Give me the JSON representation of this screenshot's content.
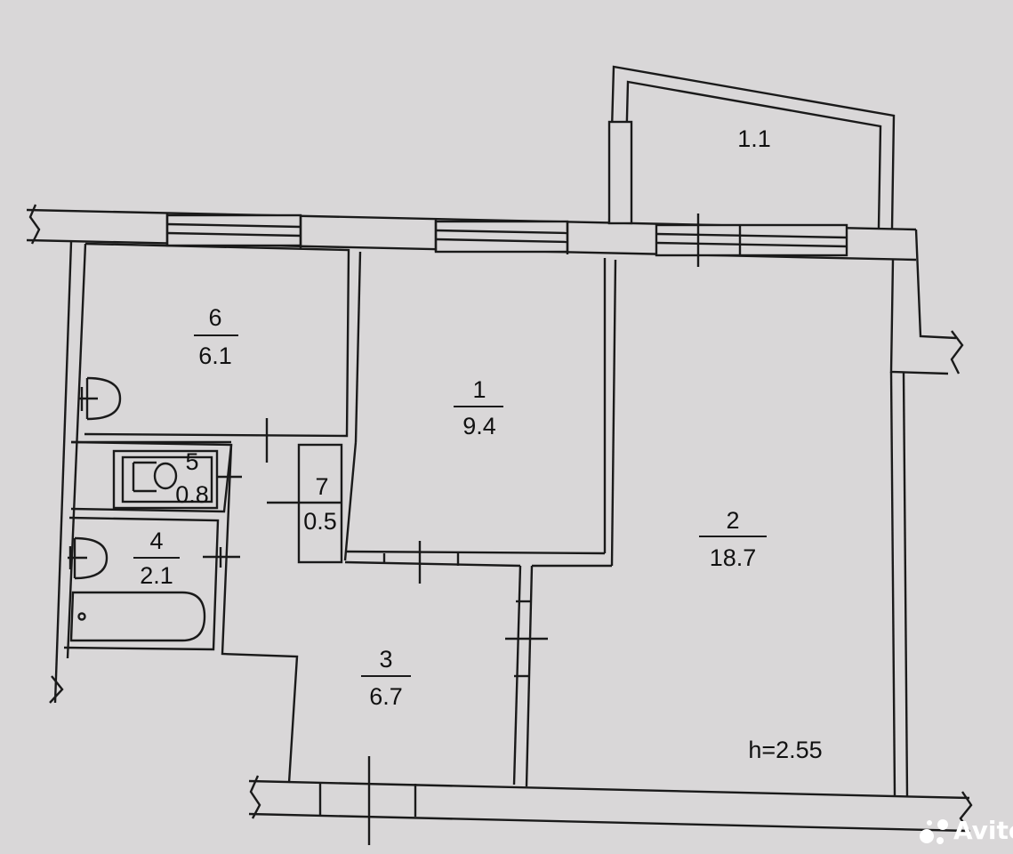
{
  "rooms": [
    {
      "key": "balcony",
      "number": "",
      "area": "1.1"
    },
    {
      "key": "r6",
      "number": "6",
      "area": "6.1"
    },
    {
      "key": "r1",
      "number": "1",
      "area": "9.4"
    },
    {
      "key": "r5",
      "number": "5",
      "area": "0.8"
    },
    {
      "key": "r7",
      "number": "7",
      "area": "0.5"
    },
    {
      "key": "r4",
      "number": "4",
      "area": "2.1"
    },
    {
      "key": "r2",
      "number": "2",
      "area": "18.7"
    },
    {
      "key": "r3",
      "number": "3",
      "area": "6.7"
    }
  ],
  "ceiling_height": "h=2.55",
  "watermark": "Avito",
  "colors": {
    "background": "#d9d7d8",
    "line": "#1a1a1a",
    "watermark": "#ffffff"
  }
}
